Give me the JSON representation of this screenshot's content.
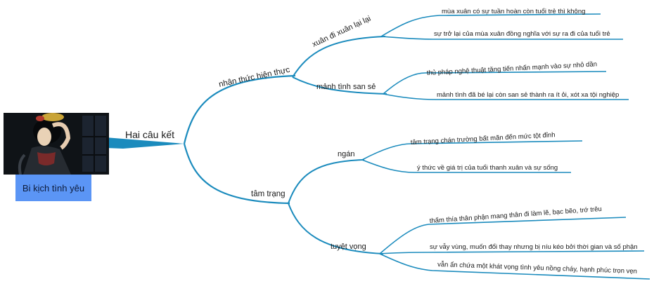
{
  "colors": {
    "branch": "#1b8bbd",
    "caption_bg": "#5b95f5"
  },
  "root": {
    "image_icon": "illustration-woman-portrait",
    "caption": "Bi kịch tình yêu"
  },
  "central_topic": "Hai câu kết",
  "branches": [
    {
      "label": "nhận thức hiện thực",
      "children": [
        {
          "label": "xuân đi xuân lại lại",
          "children": [
            "mùa xuân có sự tuần hoàn còn tuổi trẻ thì không",
            "sự trở lại của mùa xuân đồng nghĩa với sự ra đi của tuổi trẻ"
          ]
        },
        {
          "label": "mảnh tình san sẻ",
          "children": [
            "thủ pháp nghệ thuật tăng tiến nhấn mạnh vào sự nhỏ dần",
            "mảnh tình đã bé lại còn san sẻ thành ra ít ỏi, xót xa tội nghiệp"
          ]
        }
      ]
    },
    {
      "label": "tâm trạng",
      "children": [
        {
          "label": "ngán",
          "children": [
            "tâm trạng chán trường bất mãn đến mức tột đỉnh",
            "ý thức về giá trị của tuổi thanh xuân và sự sống"
          ]
        },
        {
          "label": "tuyệt vọng",
          "children": [
            "thấm thía thân phận mang thân đi làm lẽ, bạc bẽo, trớ trêu",
            "sự vẫy vùng, muốn đổi thay nhưng bị níu kéo bởi thời gian và số phận",
            "vẫn ẩn chứa một khát vọng tình yêu nồng cháy, hạnh phúc trọn vẹn"
          ]
        }
      ]
    }
  ]
}
